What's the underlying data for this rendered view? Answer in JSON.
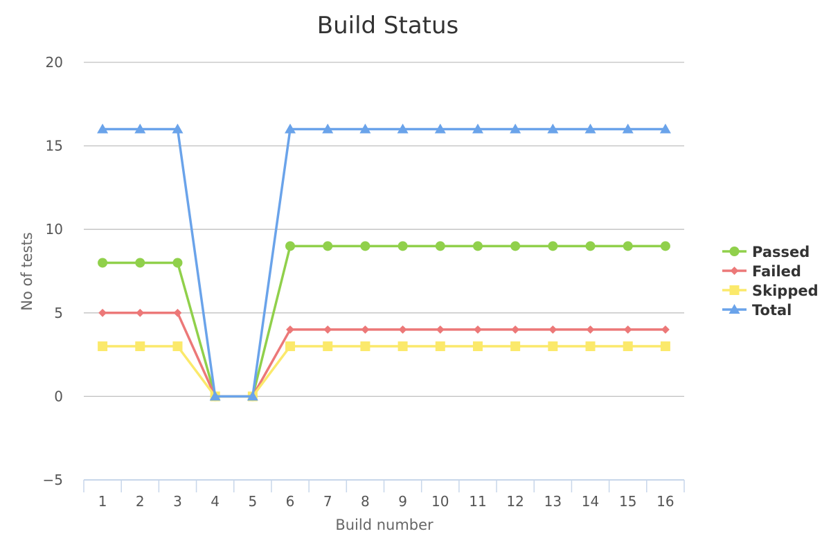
{
  "chart_data": {
    "type": "line",
    "title": "Build Status",
    "xlabel": "Build number",
    "ylabel": "No of tests",
    "categories": [
      "1",
      "2",
      "3",
      "4",
      "5",
      "6",
      "7",
      "8",
      "9",
      "10",
      "11",
      "12",
      "13",
      "14",
      "15",
      "16"
    ],
    "ylim": [
      -5,
      20
    ],
    "yticks": [
      "−5",
      "0",
      "5",
      "10",
      "15",
      "20"
    ],
    "ytick_values": [
      -5,
      0,
      5,
      10,
      15,
      20
    ],
    "grid": true,
    "legend_position": "right",
    "series": [
      {
        "name": "Passed",
        "color": "#90d04b",
        "marker": "circle",
        "values": [
          8,
          8,
          8,
          0,
          0,
          9,
          9,
          9,
          9,
          9,
          9,
          9,
          9,
          9,
          9,
          9
        ]
      },
      {
        "name": "Failed",
        "color": "#ec7878",
        "marker": "diamond",
        "values": [
          5,
          5,
          5,
          0,
          0,
          4,
          4,
          4,
          4,
          4,
          4,
          4,
          4,
          4,
          4,
          4
        ]
      },
      {
        "name": "Skipped",
        "color": "#fbe96b",
        "marker": "square",
        "values": [
          3,
          3,
          3,
          0,
          0,
          3,
          3,
          3,
          3,
          3,
          3,
          3,
          3,
          3,
          3,
          3
        ]
      },
      {
        "name": "Total",
        "color": "#6aa3ea",
        "marker": "triangle",
        "values": [
          16,
          16,
          16,
          0,
          0,
          16,
          16,
          16,
          16,
          16,
          16,
          16,
          16,
          16,
          16,
          16
        ]
      }
    ]
  }
}
